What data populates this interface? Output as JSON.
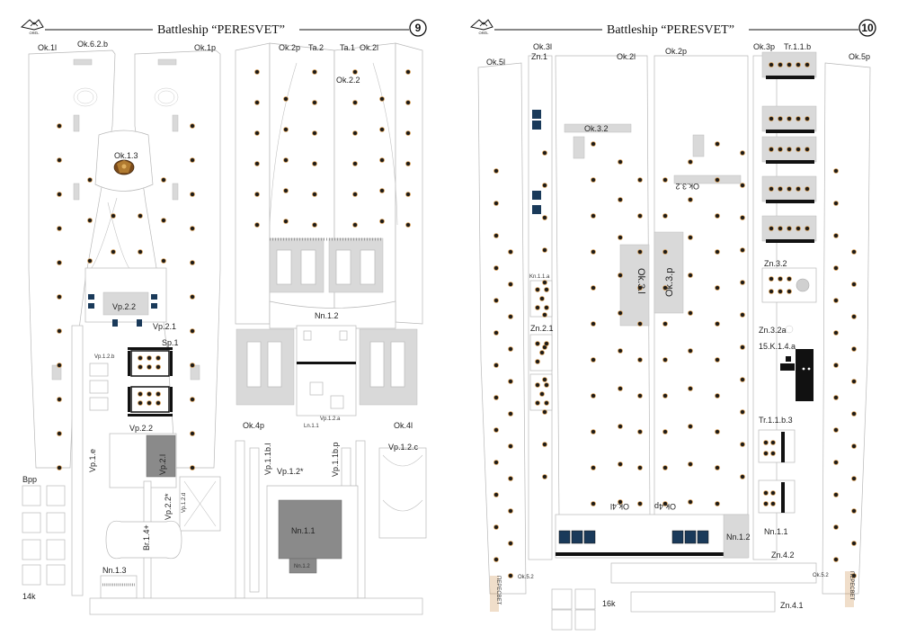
{
  "header": {
    "title": "Battleship “PERESVET”",
    "brand": "ORÉL"
  },
  "pages": [
    {
      "page_number": "9",
      "labels": [
        "Ok.1l",
        "Ok.6.2.b",
        "Ok.1p",
        "Ok.2p",
        "Ta.2",
        "Ta.1",
        "Ok.2l",
        "Ok.2.2",
        "Ok.1.3",
        "Vp.2.2",
        "Vp.2.1",
        "Sp.1",
        "Vp.1.2.b",
        "Vp.2.2",
        "Vp.1.e",
        "Vp.2.l",
        "Vp.2.2*",
        "Vp.1.2.d",
        "Br.1.4+",
        "Nn.1.2",
        "Nn.1.3",
        "Ok.4p",
        "Ok.4l",
        "Ln.1.1",
        "Vp.1.2.a",
        "Vp.1.1b.l",
        "Vp.1.1b.p",
        "Vp.1.2*",
        "Vp.1.2.c",
        "Nn.1.1",
        "Nn.1.2",
        "Bpp",
        "14k"
      ]
    },
    {
      "page_number": "10",
      "labels": [
        "Ok.5l",
        "Ok.3l",
        "Zn.1",
        "Ok.2l",
        "Ok.2p",
        "Ok.3p",
        "Tr.1.1.b",
        "Ok.5p",
        "Ok.3.2",
        "Ok.3.2",
        "Ok.3.l",
        "Ok.3.p",
        "Kn.1.1.a",
        "Zn.2.1",
        "Zn.3.2",
        "Zn.3.2a",
        "15.K.1.4.a",
        "Tr.1.1.b.3",
        "Ok.4l",
        "Ok.4p",
        "Nn.1.1",
        "Nn.1.2",
        "Zn.4.2",
        "Zn.4.1",
        "Ok.5.2",
        "Ok.5.2",
        "16k",
        "ПЕРЕСВЕТ",
        "ПЕРЕСВЕТ"
      ]
    }
  ],
  "icons": [
    "eagle-logo-icon",
    "eagle-emblem-icon",
    "porthole-icon",
    "w-mark-icon"
  ]
}
